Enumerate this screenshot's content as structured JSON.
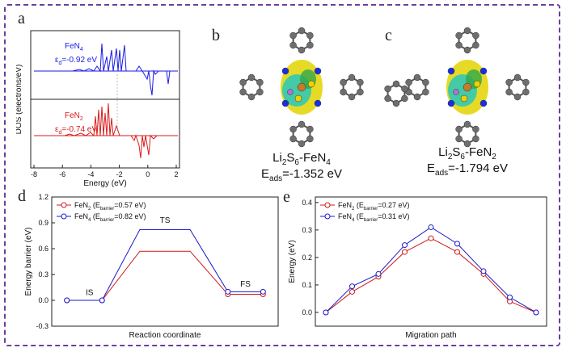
{
  "panels": {
    "a": {
      "letter": "a",
      "ylabel": "DOS (electrons/eV)",
      "xlabel": "Energy (eV)",
      "xticks": [
        "-8",
        "-6",
        "-4",
        "-2",
        "0",
        "2"
      ],
      "top": {
        "label_main": "FeN",
        "label_sub": "4",
        "ed_text": "ε",
        "ed_sub": "d",
        "ed_value": "=-0.92 eV",
        "color": "#1a1ae6"
      },
      "bottom": {
        "label_main": "FeN",
        "label_sub": "2",
        "ed_text": "ε",
        "ed_sub": "d",
        "ed_value": "=-0.74 eV",
        "color": "#d81b1b"
      }
    },
    "b": {
      "letter": "b",
      "cap_line1_a": "Li",
      "cap_line1_sub": "2",
      "cap_line1_b": "S",
      "cap_line1_sub2": "6",
      "cap_line1_c": "-FeN",
      "cap_line1_sub3": "4",
      "cap_line2_a": "E",
      "cap_line2_sub": "ads",
      "cap_line2_b": "=-1.352 eV"
    },
    "c": {
      "letter": "c",
      "cap_line1_a": "Li",
      "cap_line1_sub": "2",
      "cap_line1_b": "S",
      "cap_line1_sub2": "6",
      "cap_line1_c": "-FeN",
      "cap_line1_sub3": "2",
      "cap_line2_a": "E",
      "cap_line2_sub": "ads",
      "cap_line2_b": "=-1.794 eV"
    },
    "d": {
      "letter": "d",
      "label_IS": "IS",
      "label_TS": "TS",
      "label_FS": "FS"
    },
    "e": {
      "letter": "e"
    }
  },
  "chart_data": [
    {
      "id": "d",
      "type": "line",
      "xlabel": "Reaction coordinate",
      "ylabel": "Energy barrier (eV)",
      "ylim": [
        -0.3,
        1.2
      ],
      "yticks": [
        "-0.3",
        "0.0",
        "0.3",
        "0.6",
        "0.9",
        "1.2"
      ],
      "series": [
        {
          "name_main": "FeN",
          "name_sub": "2",
          "name_rest_a": " (E",
          "name_rest_sub": "barrier",
          "name_rest_b": "=0.57 eV)",
          "color": "#cc1a1a",
          "points": [
            [
              0.3,
              0.0
            ],
            [
              1.0,
              0.0
            ],
            [
              1.75,
              0.57
            ],
            [
              2.75,
              0.57
            ],
            [
              3.5,
              0.07
            ],
            [
              4.2,
              0.07
            ]
          ]
        },
        {
          "name_main": "FeN",
          "name_sub": "4",
          "name_rest_a": " (E",
          "name_rest_sub": "barrier",
          "name_rest_b": "=0.82 eV)",
          "color": "#1a1acc",
          "points": [
            [
              0.3,
              0.0
            ],
            [
              1.0,
              0.0
            ],
            [
              1.75,
              0.82
            ],
            [
              2.75,
              0.82
            ],
            [
              3.5,
              0.1
            ],
            [
              4.2,
              0.1
            ]
          ]
        }
      ]
    },
    {
      "id": "e",
      "type": "line",
      "xlabel": "Migration path",
      "ylabel": "Energy (eV)",
      "ylim": [
        -0.05,
        0.42
      ],
      "yticks": [
        "0.0",
        "0.1",
        "0.2",
        "0.3",
        "0.4"
      ],
      "series": [
        {
          "name_main": "FeN",
          "name_sub": "2",
          "name_rest_a": " (E",
          "name_rest_sub": "barrier",
          "name_rest_b": "=0.27 eV)",
          "color": "#cc1a1a",
          "x": [
            0,
            1,
            2,
            3,
            4,
            5,
            6,
            7,
            8
          ],
          "values": [
            0.0,
            0.075,
            0.13,
            0.22,
            0.27,
            0.22,
            0.14,
            0.04,
            0.0
          ]
        },
        {
          "name_main": "FeN",
          "name_sub": "4",
          "name_rest_a": " (E",
          "name_rest_sub": "barrier",
          "name_rest_b": "=0.31 eV)",
          "color": "#1a1acc",
          "x": [
            0,
            1,
            2,
            3,
            4,
            5,
            6,
            7,
            8
          ],
          "values": [
            0.0,
            0.095,
            0.14,
            0.245,
            0.31,
            0.25,
            0.15,
            0.055,
            0.0
          ]
        }
      ]
    }
  ]
}
